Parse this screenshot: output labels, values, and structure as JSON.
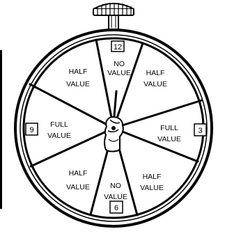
{
  "dial": {
    "sectors": [
      {
        "id": "top",
        "lines": [
          "NO",
          "VALUE"
        ]
      },
      {
        "id": "top-right",
        "lines": [
          "HALF",
          "VALUE"
        ]
      },
      {
        "id": "right",
        "lines": [
          "FULL",
          "VALUE"
        ]
      },
      {
        "id": "bottom-right",
        "lines": [
          "HALF",
          "VALUE"
        ]
      },
      {
        "id": "bottom",
        "lines": [
          "NO",
          "VALUE"
        ]
      },
      {
        "id": "bottom-left",
        "lines": [
          "HALF",
          "VALUE"
        ]
      },
      {
        "id": "left",
        "lines": [
          "FULL",
          "VALUE"
        ]
      },
      {
        "id": "top-left",
        "lines": [
          "HALF",
          "VALUE"
        ]
      }
    ],
    "numbers": {
      "top": "12",
      "right": "3",
      "bottom": "6",
      "left": "9"
    }
  },
  "colors": {
    "ink": "#000000",
    "paper": "#ffffff"
  }
}
